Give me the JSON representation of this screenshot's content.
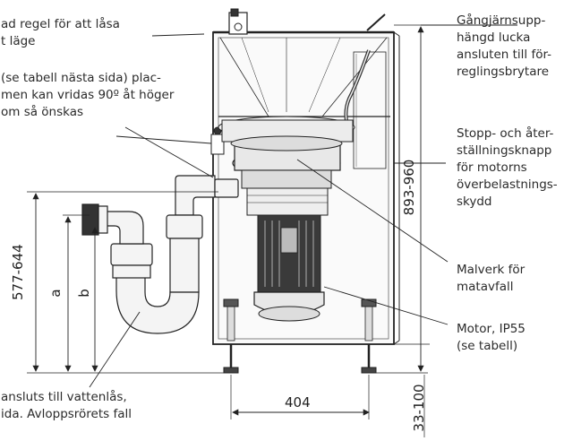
{
  "callouts": {
    "rod_lock": "ad regel för att låsa\nt läge",
    "table_note": "(se tabell nästa sida) plac-\nmen kan vridas 90º åt höger\nom så önskas",
    "hinged_hatch": "Gångjärnsupp-\nhängd lucka\nansluten till för-\nreglingsbrytare",
    "stop_reset": "Stopp- och åter-\nställningsknapp\nför motorns\növerbelastnings-\nskydd",
    "grinder": "Malverk för\nmatavfall",
    "motor": "Motor, IP55\n(se tabell)",
    "drain_note": "ansluts till vattenlås,\nida. Avloppsrörets fall"
  },
  "dimensions": {
    "height_range": "577-644",
    "label_a": "a",
    "label_b": "b",
    "right_height": "893-960",
    "width": "404",
    "foot_adjust": "33-100"
  }
}
